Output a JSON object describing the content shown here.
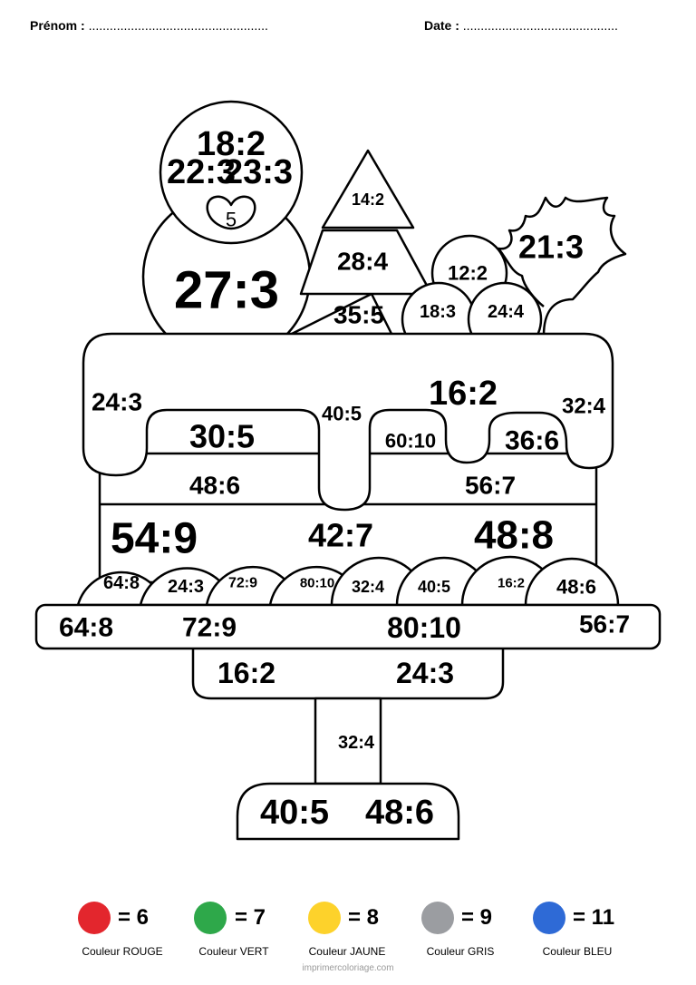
{
  "header": {
    "prenom_label": "Prénom :",
    "prenom_dots": "...................................................",
    "date_label": "Date :",
    "date_dots": "............................................"
  },
  "drawing": {
    "snowman_head": [
      "18:2",
      "22:3",
      "23:3"
    ],
    "snowman_nose": "5",
    "snowman_body": "27:3",
    "tree": [
      "14:2",
      "28:4",
      "35:5"
    ],
    "ornaments": [
      "12:2",
      "18:3",
      "24:4"
    ],
    "holly": "21:3",
    "icing": [
      "24:3",
      "30:5",
      "40:5",
      "16:2",
      "60:10",
      "36:6",
      "32:4"
    ],
    "band": [
      "48:6",
      "56:7"
    ],
    "cake_middle": [
      "54:9",
      "42:7",
      "48:8"
    ],
    "scallops": [
      "64:8",
      "24:3",
      "72:9",
      "80:10",
      "32:4",
      "40:5",
      "16:2",
      "48:6"
    ],
    "plate": [
      "64:8",
      "72:9",
      "80:10",
      "56:7"
    ],
    "stand_top": [
      "16:2",
      "24:3"
    ],
    "stem": "32:4",
    "foot": [
      "40:5",
      "48:6"
    ]
  },
  "legend": [
    {
      "value": "= 6",
      "name": "Couleur ROUGE",
      "color": "#e3262d"
    },
    {
      "value": "= 7",
      "name": "Couleur VERT",
      "color": "#2ea84a"
    },
    {
      "value": "= 8",
      "name": "Couleur JAUNE",
      "color": "#fdd22b"
    },
    {
      "value": "= 9",
      "name": "Couleur GRIS",
      "color": "#9b9da1"
    },
    {
      "value": "= 11",
      "name": "Couleur BLEU",
      "color": "#2e6ad6"
    }
  ],
  "footer": {
    "site": "imprimercoloriage.com"
  }
}
